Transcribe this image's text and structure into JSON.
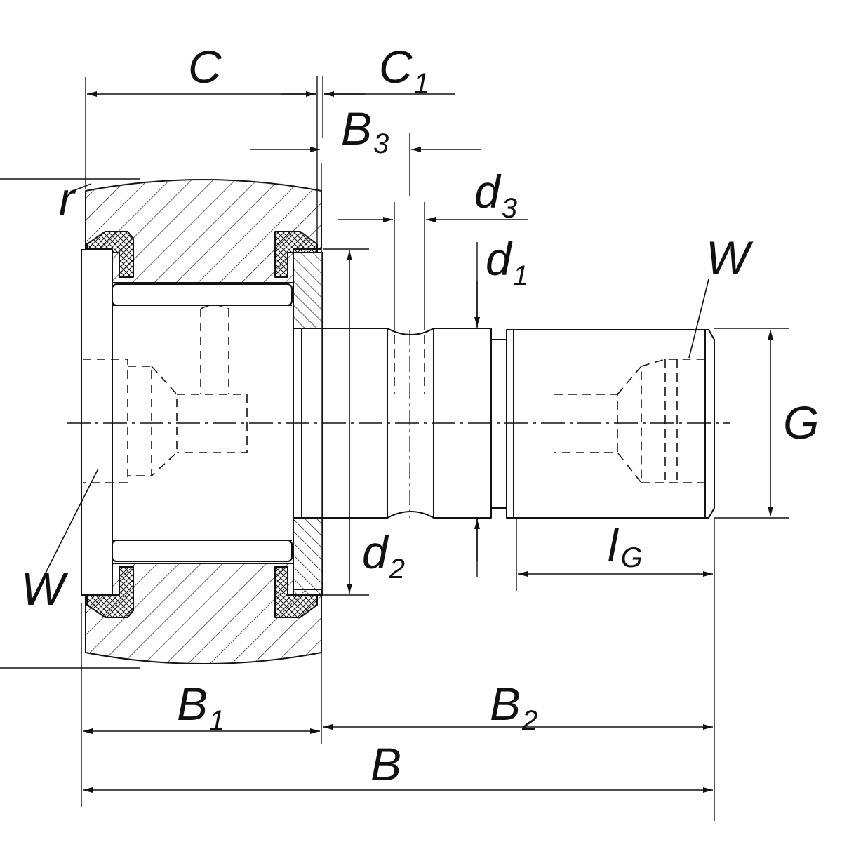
{
  "labels": {
    "C": "C",
    "C1": {
      "main": "C",
      "sub": "1"
    },
    "B3": {
      "main": "B",
      "sub": "3"
    },
    "d3": {
      "main": "d",
      "sub": "3"
    },
    "d1": {
      "main": "d",
      "sub": "1"
    },
    "d2": {
      "main": "d",
      "sub": "2"
    },
    "r": "r",
    "W_left": "W",
    "W_right": "W",
    "G": "G",
    "lG": {
      "main": "l",
      "sub": "G"
    },
    "B1": {
      "main": "B",
      "sub": "1"
    },
    "B2": {
      "main": "B",
      "sub": "2"
    },
    "B": "B"
  },
  "colors": {
    "line": "#111111",
    "background": "#ffffff"
  }
}
